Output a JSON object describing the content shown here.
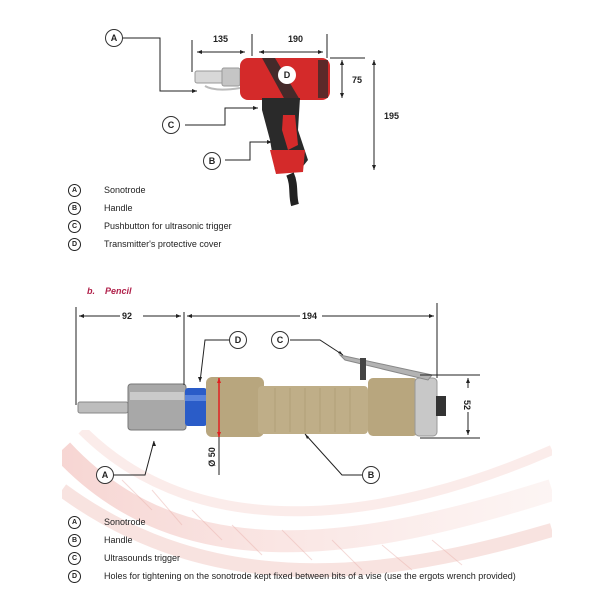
{
  "gun_diagram": {
    "callouts": {
      "a": "A",
      "b": "B",
      "c": "C",
      "d": "D"
    },
    "dimensions": {
      "nose_length": "135",
      "body_length": "190",
      "head_height": "75",
      "total_height": "195"
    },
    "legend": [
      {
        "mark": "A",
        "text": "Sonotrode"
      },
      {
        "mark": "B",
        "text": "Handle"
      },
      {
        "mark": "C",
        "text": "Pushbutton for ultrasonic trigger"
      },
      {
        "mark": "D",
        "text": "Transmitter's protective cover"
      }
    ],
    "colors": {
      "body": "#d42a2a",
      "grip": "#2a2a2a",
      "metal": "#c8c8c8"
    }
  },
  "pencil_section": {
    "number": "b.",
    "title": "Pencil",
    "callouts": {
      "a": "A",
      "b": "B",
      "c": "C",
      "d": "D"
    },
    "dimensions": {
      "sonotrode_length": "92",
      "body_length": "194",
      "height": "52",
      "diameter": "Ø 50"
    },
    "legend": [
      {
        "mark": "A",
        "text": "Sonotrode"
      },
      {
        "mark": "B",
        "text": "Handle"
      },
      {
        "mark": "C",
        "text": "Ultrasounds trigger"
      },
      {
        "mark": "D",
        "text": "Holes for tightening on the sonotrode kept fixed between bits of a vise (use the ergots wrench provided)"
      }
    ],
    "colors": {
      "body": "#b8a67e",
      "ring": "#2a5cc8",
      "metal": "#b5b5b5",
      "accent": "#b0204a"
    }
  }
}
